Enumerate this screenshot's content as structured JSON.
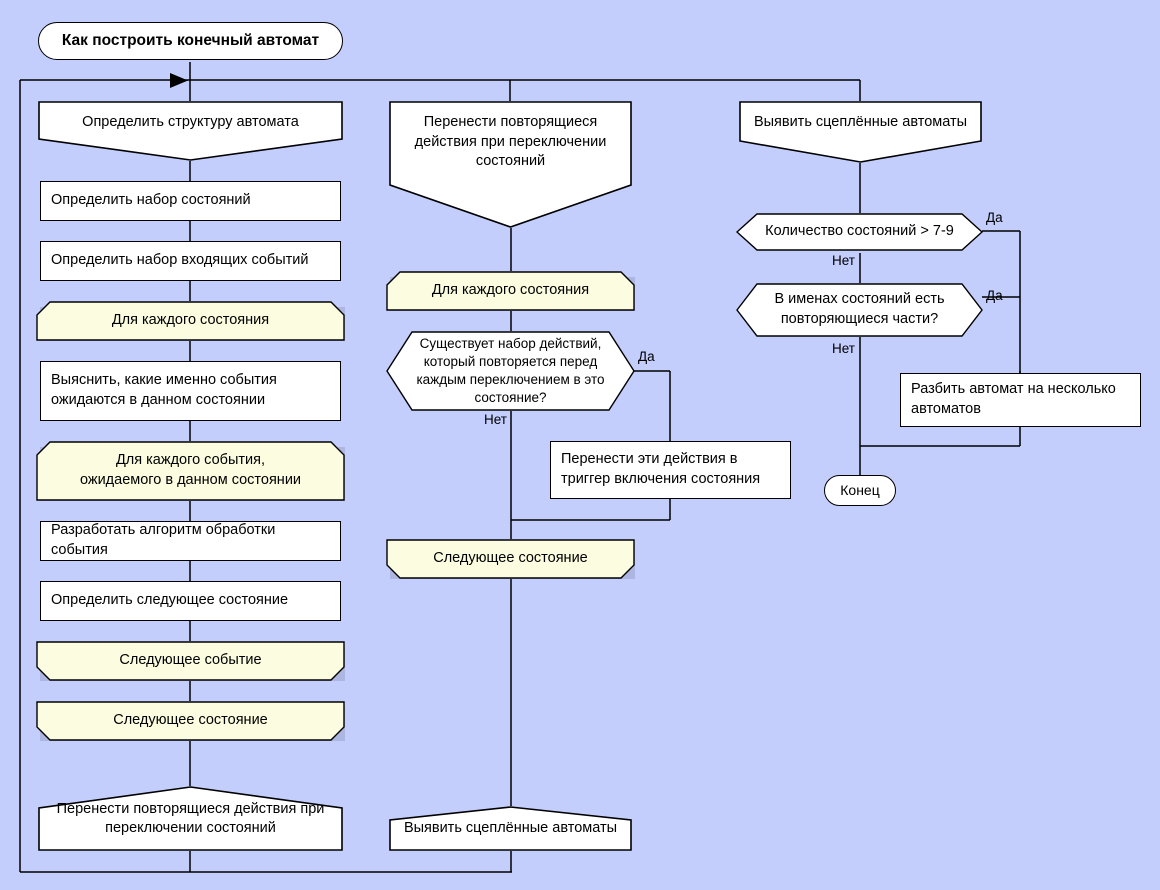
{
  "diagram": {
    "title": "Как построить конечный автомат",
    "background_color": "#c3cefd",
    "shape_fill": "#ffffff",
    "loop_fill": "#fcfce0",
    "line_color": "#000000"
  },
  "nodes": {
    "start": "Как построить конечный автомат",
    "end": "Конец",
    "left_column": [
      "Определить структуру автомата",
      "Определить набор состояний",
      "Определить набор входящих событий",
      "Для каждого состояния",
      "Выяснить, какие именно события ожидаются в данном состоянии",
      "Для каждого события, ожидаемого в данном состоянии",
      "Разработать алгоритм обработки события",
      "Определить следующее состояние",
      "Следующее событие",
      "Следующее состояние",
      "Перенести повторящиеся действия при переключении состояний"
    ],
    "left_1": "Определить структуру автомата",
    "left_2": "Определить набор состояний",
    "left_3": "Определить набор входящих событий",
    "left_4": "Для каждого состояния",
    "left_5a": "Выяснить, какие именно события",
    "left_5b": "ожидаются в данном состоянии",
    "left_6a": "Для каждого события,",
    "left_6b": "ожидаемого в данном состоянии",
    "left_7": "Разработать алгоритм обработки события",
    "left_8": "Определить следующее состояние",
    "left_9": "Следующее событие",
    "left_10": "Следующее состояние",
    "left_11a": "Перенести повторящиеся действия при",
    "left_11b": "переключении состояний",
    "mid_1a": "Перенести повторящиеся",
    "mid_1b": "действия при переключении",
    "mid_1c": "состояний",
    "mid_2": "Для каждого состояния",
    "mid_3a": "Существует набор действий,",
    "mid_3b": "который повторяется перед",
    "mid_3c": "каждым переключением в это",
    "mid_3d": "состояние?",
    "mid_4a": "Перенести эти действия в",
    "mid_4b": "триггер включения состояния",
    "mid_5": "Следующее состояние",
    "mid_6": "Выявить сцеплённые автоматы",
    "right_1": "Выявить сцеплённые автоматы",
    "right_2": "Количество состояний > 7-9",
    "right_3a": "В именах состояний есть",
    "right_3b": "повторяющиеся части?",
    "right_4a": "Разбить автомат на несколько",
    "right_4b": "автоматов"
  },
  "edge_labels": {
    "mid_yes": "Да",
    "mid_no": "Нет",
    "r1_yes": "Да",
    "r1_no": "Нет",
    "r2_yes": "Да",
    "r2_no": "Нет"
  }
}
